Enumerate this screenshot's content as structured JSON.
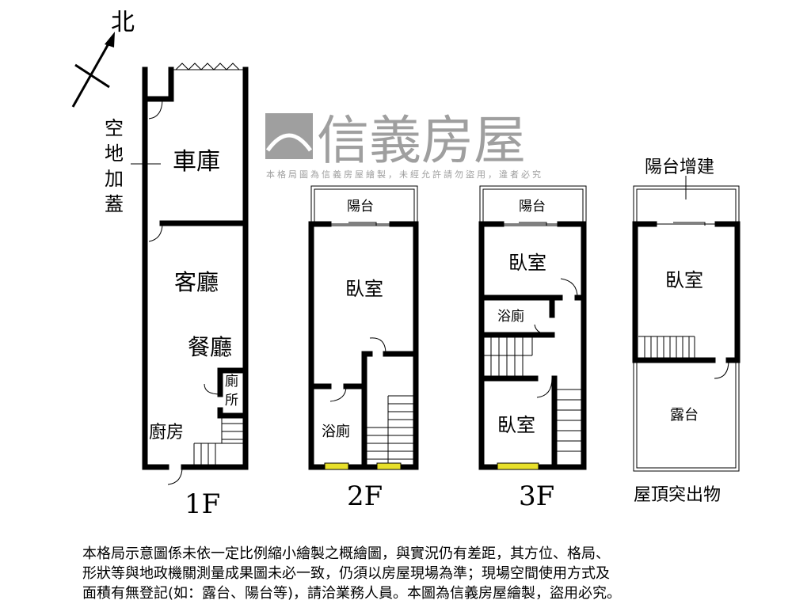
{
  "compass": {
    "label": "北"
  },
  "site": {
    "side_label_lines": [
      "空",
      "地",
      "加",
      "蓋"
    ]
  },
  "floors": {
    "f1": {
      "label": "1F",
      "rooms": {
        "garage": "車庫",
        "living": "客廳",
        "dining": "餐廳",
        "toilet_lines": [
          "廁",
          "所"
        ],
        "kitchen": "廚房"
      }
    },
    "f2": {
      "label": "2F",
      "rooms": {
        "balcony": "陽台",
        "bedroom": "臥室",
        "bathroom": "浴廁"
      }
    },
    "f3": {
      "label": "3F",
      "rooms": {
        "balcony": "陽台",
        "bedroom_front": "臥室",
        "bathroom": "浴廁",
        "bedroom_back": "臥室"
      }
    },
    "roof": {
      "label": "屋頂突出物",
      "annotation": "陽台增建",
      "rooms": {
        "bedroom": "臥室",
        "terrace": "露台"
      }
    }
  },
  "watermark": {
    "brand": "信義房屋",
    "notice": "本格局圖為信義房屋繪製，未經允許請勿盜用，違者必究",
    "color": "#9a9a9a"
  },
  "disclaimer": {
    "lines": [
      "本格局示意圖係未依一定比例縮小繪製之概繪圖，與實況仍有差距，其方位、格局、",
      "形狀等與地政機關測量成果圖未必一致，仍須以房屋現場為準；現場空間使用方式及",
      "面積有無登記(如：露台、陽台等)，請洽業務人員。本圖為信義房屋繪製，盜用必究。"
    ]
  },
  "colors": {
    "window": "#e8e02a",
    "wall": "#000000"
  }
}
